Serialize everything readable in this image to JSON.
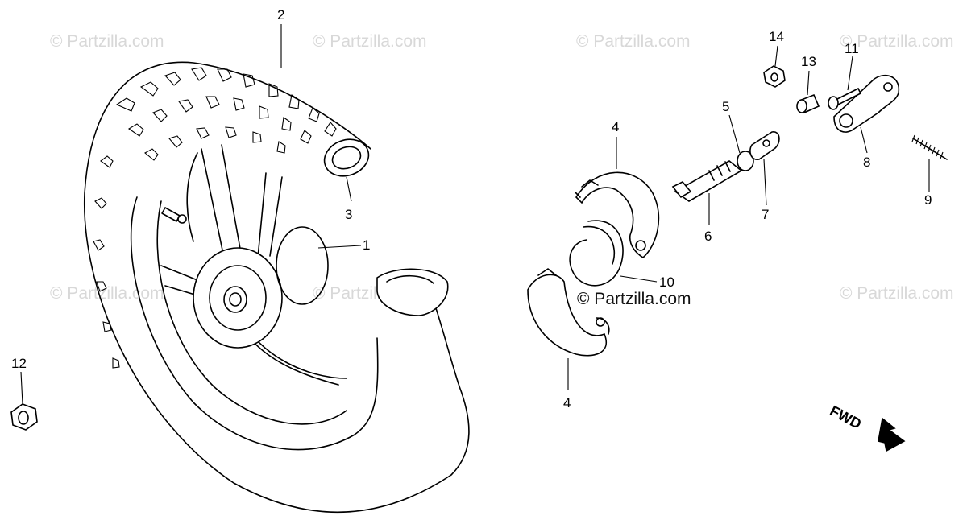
{
  "watermarks": {
    "text": "© Partzilla.com",
    "center": "© Partzilla.com"
  },
  "callouts": [
    "1",
    "2",
    "3",
    "4",
    "4",
    "5",
    "6",
    "7",
    "8",
    "9",
    "10",
    "11",
    "12",
    "13",
    "14"
  ],
  "fwd_label": "FWD",
  "icons": [
    "wheel",
    "tire",
    "tube",
    "brake-shoe",
    "brake-spring",
    "brake-cam",
    "wear-indicator",
    "brake-arm",
    "return-spring",
    "bolt",
    "axle-nut",
    "joint-pin",
    "arm-nut",
    "fwd-arrow"
  ]
}
